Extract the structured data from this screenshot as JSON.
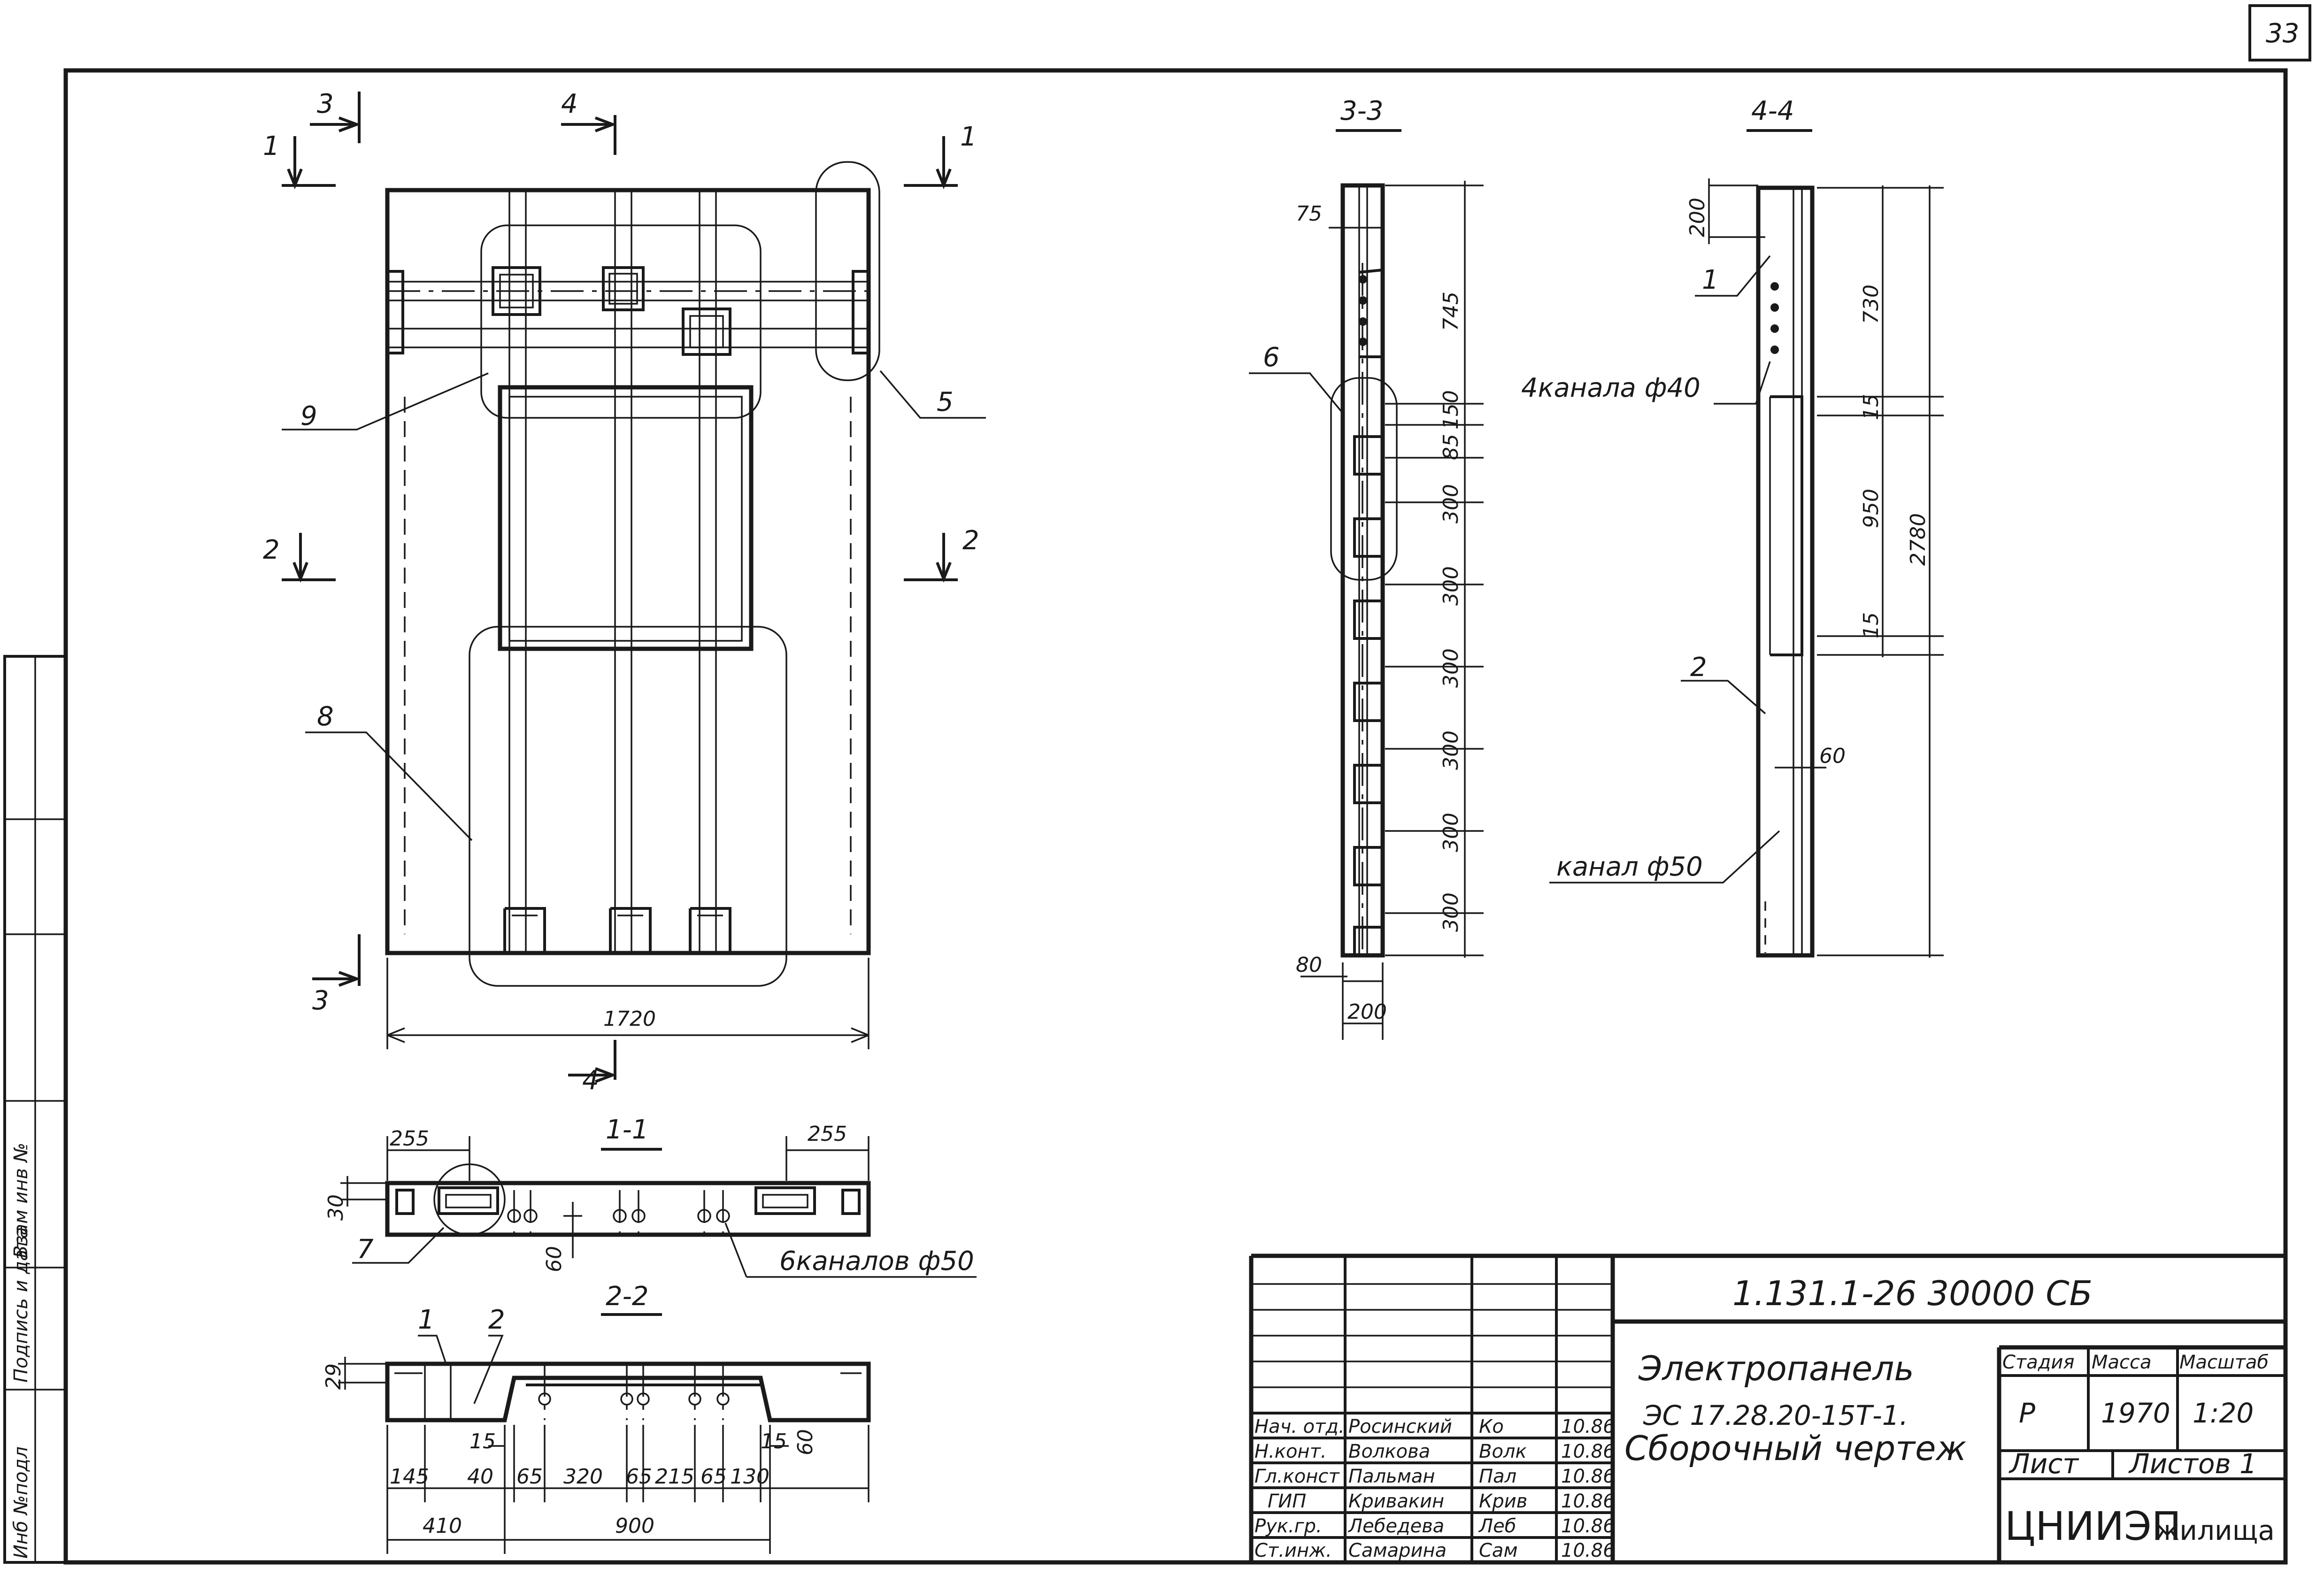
{
  "sheet": {
    "number": "33"
  },
  "section_marks": {
    "s1": "1",
    "s2": "2",
    "s3": "3",
    "s4": "4"
  },
  "callouts": {
    "c1": "1",
    "c2": "2",
    "c5": "5",
    "c6": "6",
    "c7": "7",
    "c8": "8",
    "c9": "9"
  },
  "views": {
    "plan": {
      "width_dim": "1720"
    },
    "section_3_3": {
      "title": "3-3",
      "dims": [
        "75",
        "745",
        "150",
        "85",
        "300",
        "300",
        "300",
        "300",
        "300",
        "300",
        "80",
        "200"
      ]
    },
    "section_4_4": {
      "title": "4-4",
      "dims": [
        "200",
        "730",
        "15",
        "950",
        "2780",
        "15",
        "60"
      ],
      "note_channels_40": "4канала ф40",
      "note_channel_50": "канал ф50"
    },
    "section_1_1": {
      "title": "1-1",
      "dims": [
        "255",
        "255",
        "30",
        "60"
      ],
      "note_channels": "6каналов ф50"
    },
    "section_2_2": {
      "title": "2-2",
      "dims": [
        "29",
        "15",
        "15",
        "60",
        "145",
        "40",
        "65",
        "320",
        "65",
        "215",
        "65",
        "130",
        "410",
        "900"
      ]
    }
  },
  "side_stamp": {
    "cells": [
      "Инб №подл",
      "Подпись и дата",
      "Взам инв №"
    ]
  },
  "title_block": {
    "code": "1.131.1-26    30000 СБ",
    "title_line1": "Электропанель",
    "title_line2": "ЭС 17.28.20-15Т-1.",
    "title_line3": "Сборочный чертеж",
    "header": {
      "stage": "Стадия",
      "mass": "Масса",
      "scale": "Масштаб"
    },
    "values": {
      "stage": "Р",
      "mass": "1970",
      "scale": "1:20"
    },
    "sheet_label": "Лист",
    "sheets_label": "Листов 1",
    "org_main": "ЦНИИЭП",
    "org_sub": "жилища",
    "signatures": [
      {
        "role": "Нач. отд.",
        "name": "Росинский",
        "sign": "Ко",
        "date": "10.86"
      },
      {
        "role": "Н.конт.",
        "name": "Волкова",
        "sign": "Волк",
        "date": "10.86"
      },
      {
        "role": "Гл.конст",
        "name": "Пальман",
        "sign": "Пал",
        "date": "10.86"
      },
      {
        "role": "ГИП",
        "name": "Кривакин",
        "sign": "Крив",
        "date": "10.86"
      },
      {
        "role": "Рук.гр.",
        "name": "Лебедева",
        "sign": "Леб",
        "date": "10.86"
      },
      {
        "role": "Ст.инж.",
        "name": "Самарина",
        "sign": "Сам",
        "date": "10.86"
      }
    ]
  }
}
